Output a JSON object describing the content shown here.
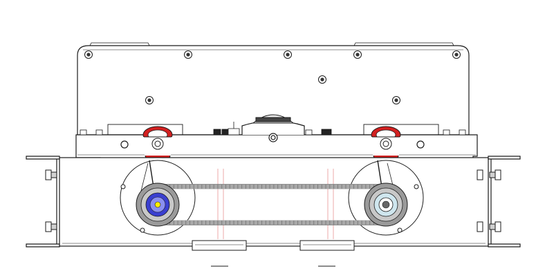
{
  "drawing": {
    "kind": "mechanical-assembly-front-view",
    "colors": {
      "line": "#1a1a1a",
      "thin": "#555555",
      "belt": "#a8a8a8",
      "belt_dark": "#7a7a7a",
      "pulley_gray": "#9a9a9a",
      "pulley_hub_blue": "#3a3fd0",
      "pulley_hub_teal": "#cfe6ee",
      "wheel_red": "#d22020",
      "center_dot": "#ffee00",
      "centerline_red": "#e07070"
    },
    "pulleys": [
      {
        "id": "left",
        "hub": "blue"
      },
      {
        "id": "right",
        "hub": "teal"
      }
    ],
    "rollers": [
      {
        "id": "left-roller",
        "color": "red"
      },
      {
        "id": "right-roller",
        "color": "red"
      }
    ],
    "bolts": 10,
    "belt": {
      "teeth": 56
    }
  }
}
